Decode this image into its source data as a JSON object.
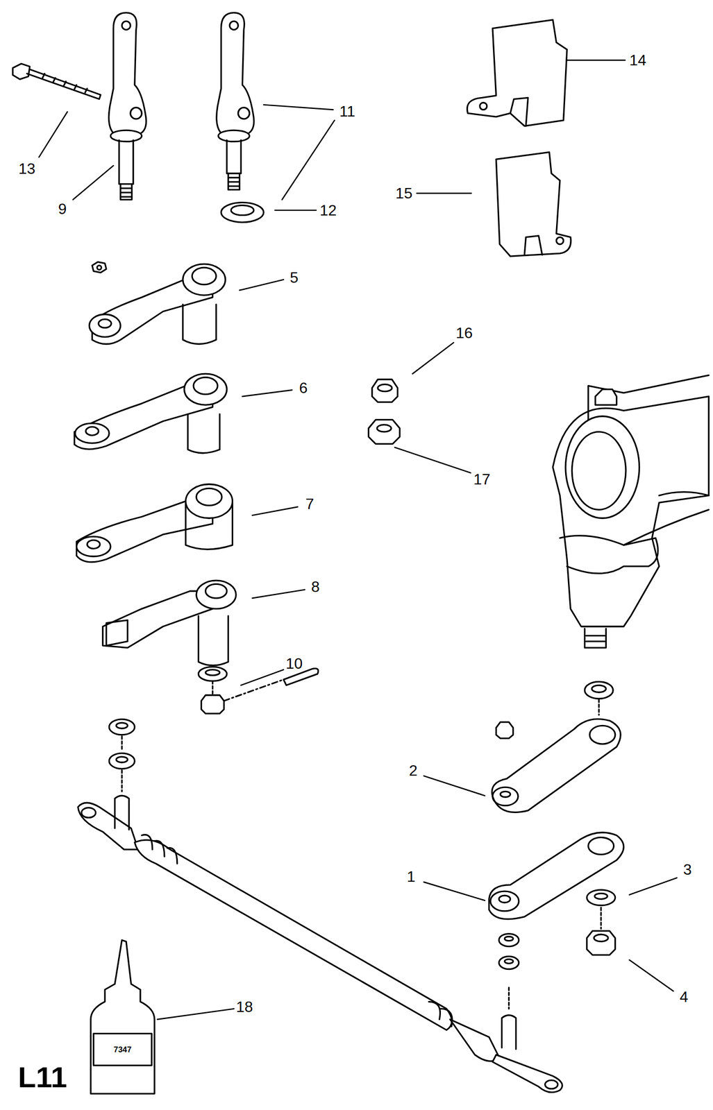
{
  "diagram": {
    "labels": [
      "14",
      "13",
      "11",
      "9",
      "12",
      "15",
      "5",
      "16",
      "6",
      "17",
      "7",
      "8",
      "10",
      "2",
      "1",
      "3",
      "4",
      "18",
      "L11",
      "7347"
    ]
  }
}
